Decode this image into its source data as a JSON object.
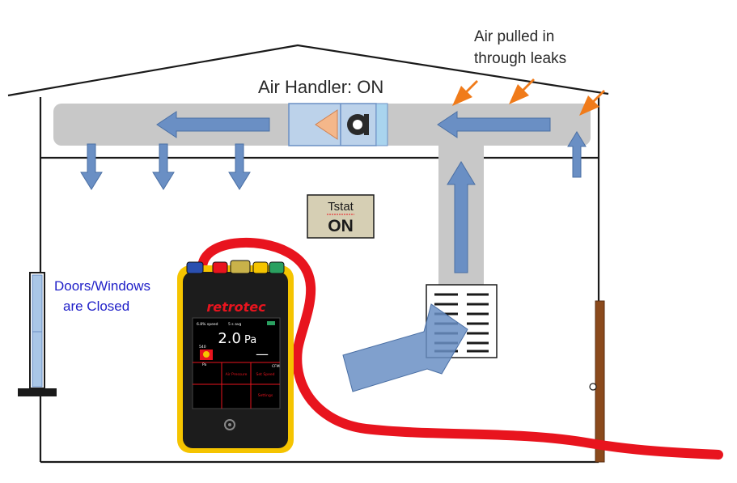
{
  "labels": {
    "air_handler": "Air Handler: ON",
    "leaks_line1": "Air pulled in",
    "leaks_line2": "through leaks",
    "doors_line1": "Doors/Windows",
    "doors_line2": "are Closed",
    "tstat_label": "Tstat",
    "tstat_state": "ON"
  },
  "gauge": {
    "brand": "retrotec",
    "pressure_value": "2.0",
    "pressure_unit": "Pa",
    "flow_value": "—",
    "flow_unit": "CFM",
    "status_left": "6.8% speed",
    "status_mid": "5 s avg",
    "side_value": "540",
    "side_unit": "Pa",
    "btn_air_pressure": "Air Pressure",
    "btn_set_speed": "Set Speed",
    "btn_settings": "Settings"
  },
  "colors": {
    "house_line": "#1a1a1a",
    "duct": "#c8c8c8",
    "airflow_arrow": "#6a8fc4",
    "leak_arrow": "#f07b1a",
    "hose": "#e8141e",
    "doors_text": "#2020c8",
    "tstat_box": "#d6cfb4",
    "door": "#8b4a1c",
    "gauge_yellow": "#f5c400"
  }
}
